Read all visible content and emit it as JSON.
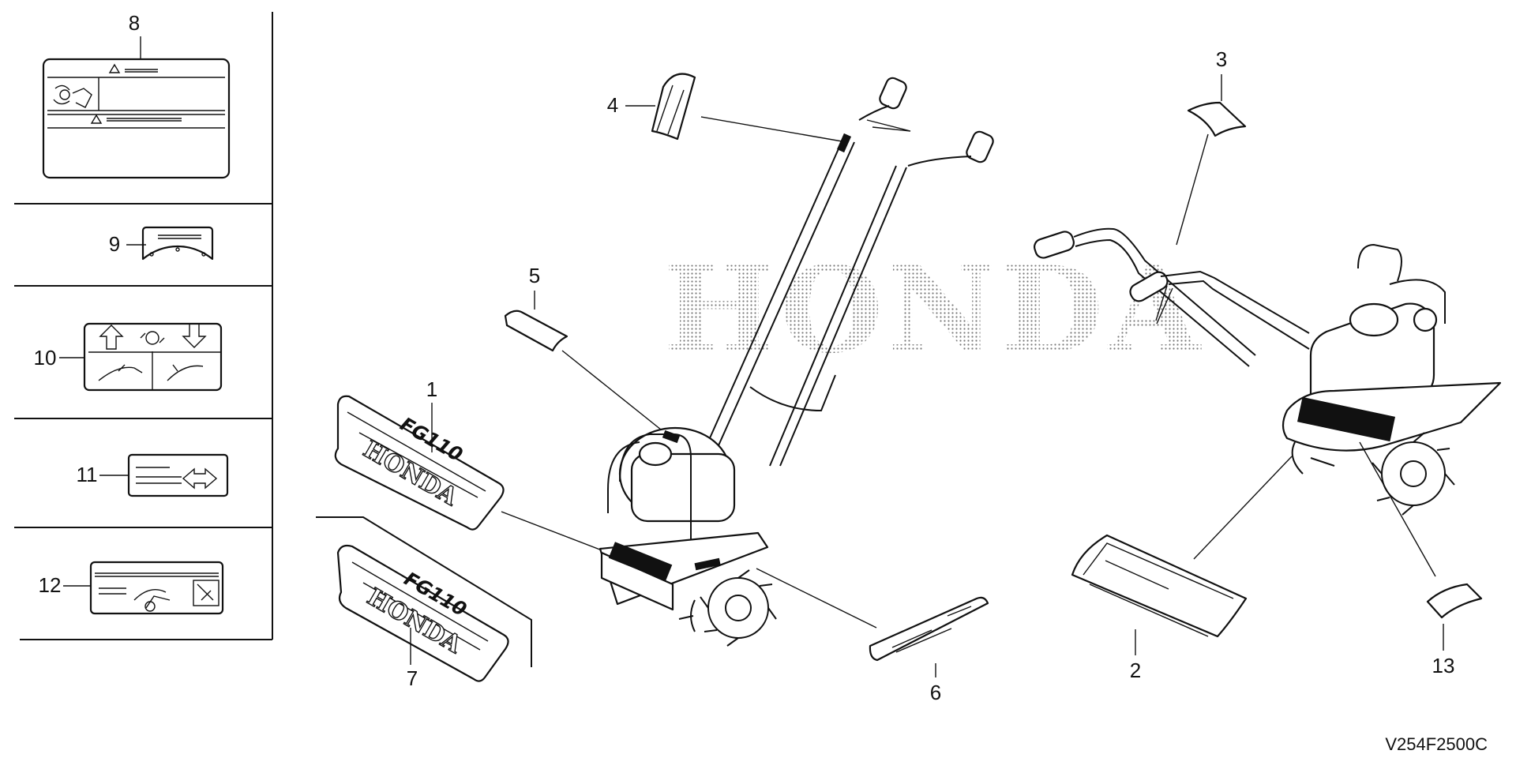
{
  "diagram": {
    "watermark": "HONDA",
    "figure_code": "V254F2500C",
    "callouts": {
      "c1": "1",
      "c2": "2",
      "c3": "3",
      "c4": "4",
      "c5": "5",
      "c6": "6",
      "c7": "7",
      "c8": "8",
      "c9": "9",
      "c10": "10",
      "c11": "11",
      "c12": "12",
      "c13": "13"
    },
    "decal_text": {
      "model_1": "FG110",
      "brand_1": "HONDA",
      "model_7": "FG110",
      "brand_7": "HONDA"
    }
  }
}
